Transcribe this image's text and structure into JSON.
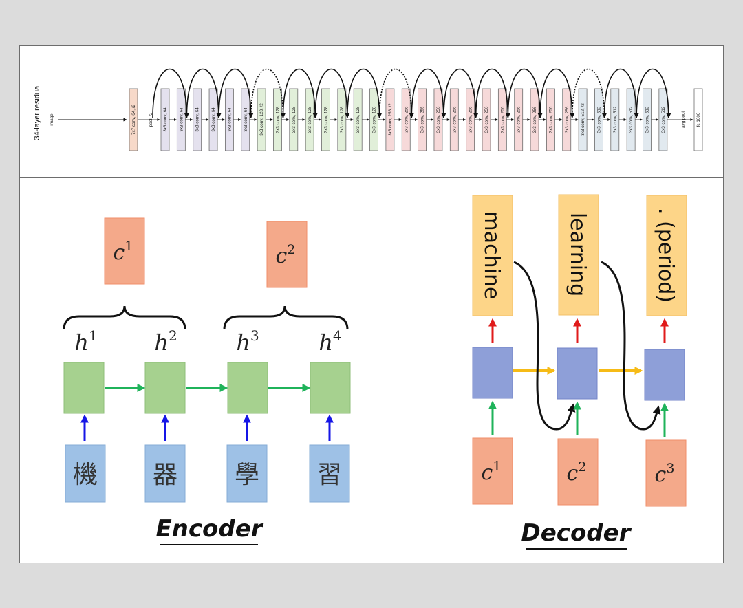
{
  "resnet": {
    "title": "34-layer residual",
    "input_label": "image",
    "stem_layer": "7x7 conv, 64, /2",
    "pool_label": "pool, /2",
    "layers": [
      "3x3 conv, 64",
      "3x3 conv, 64",
      "3x3 conv, 64",
      "3x3 conv, 64",
      "3x3 conv, 64",
      "3x3 conv, 64",
      "3x3 conv, 128, /2",
      "3x3 conv, 128",
      "3x3 conv, 128",
      "3x3 conv, 128",
      "3x3 conv, 128",
      "3x3 conv, 128",
      "3x3 conv, 128",
      "3x3 conv, 128",
      "3x3 conv, 256, /2",
      "3x3 conv, 256",
      "3x3 conv, 256",
      "3x3 conv, 256",
      "3x3 conv, 256",
      "3x3 conv, 256",
      "3x3 conv, 256",
      "3x3 conv, 256",
      "3x3 conv, 256",
      "3x3 conv, 256",
      "3x3 conv, 256",
      "3x3 conv, 256",
      "3x3 conv, 512, /2",
      "3x3 conv, 512",
      "3x3 conv, 512",
      "3x3 conv, 512",
      "3x3 conv, 512",
      "3x3 conv, 512"
    ],
    "avg_pool_label": "avg pool",
    "fc_layer": "fc 1000",
    "colors": {
      "stem": "#f7d9c9",
      "c64": "#e4e1ee",
      "c128": "#e1efd9",
      "c256": "#f6d9d9",
      "c512": "#e1e9ef",
      "fc": "#ffffff"
    }
  },
  "encoder": {
    "caption": "Encoder",
    "context_labels": [
      {
        "base": "c",
        "sup": "1"
      },
      {
        "base": "c",
        "sup": "2"
      }
    ],
    "hidden_labels": [
      {
        "base": "h",
        "sup": "1"
      },
      {
        "base": "h",
        "sup": "2"
      },
      {
        "base": "h",
        "sup": "3"
      },
      {
        "base": "h",
        "sup": "4"
      }
    ],
    "inputs": [
      "機",
      "器",
      "學",
      "習"
    ]
  },
  "decoder": {
    "caption": "Decoder",
    "outputs": [
      "machine",
      "learning",
      ". (period)"
    ],
    "context_labels": [
      {
        "base": "c",
        "sup": "1"
      },
      {
        "base": "c",
        "sup": "2"
      },
      {
        "base": "c",
        "sup": "3"
      }
    ]
  },
  "colors": {
    "context_box": "#f4a98a",
    "hidden_box": "#a6d18f",
    "input_box": "#9ec1e6",
    "decoder_box": "#8e9fd8",
    "output_box": "#fdd588",
    "blue_arrow": "#1515e6",
    "green_arrow": "#1fb35a",
    "red_arrow": "#e01b1b",
    "yellow_arrow": "#f6bb16"
  }
}
